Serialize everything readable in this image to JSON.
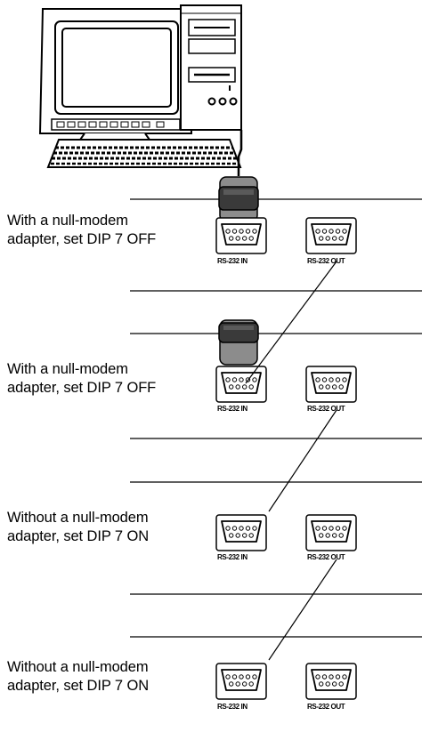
{
  "sections": [
    {
      "line1": "With a null-modem",
      "line2": "adapter, set DIP 7 OFF",
      "in_label": "RS-232 IN",
      "out_label": "RS-232 OUT",
      "null_modem_adapter": true
    },
    {
      "line1": "With a null-modem",
      "line2": "adapter, set DIP 7 OFF",
      "in_label": "RS-232 IN",
      "out_label": "RS-232 OUT",
      "null_modem_adapter": true
    },
    {
      "line1": "Without a null-modem",
      "line2": "adapter, set DIP 7 ON",
      "in_label": "RS-232 IN",
      "out_label": "RS-232 OUT",
      "null_modem_adapter": false
    },
    {
      "line1": "Without a null-modem",
      "line2": "adapter, set DIP 7 ON",
      "in_label": "RS-232 IN",
      "out_label": "RS-232 OUT",
      "null_modem_adapter": false
    }
  ],
  "colors": {
    "stroke": "#000000",
    "adapter_dark": "#3a3a3a",
    "adapter_light": "#8c8c8c"
  },
  "icons": [
    "computer-monitor-icon",
    "computer-tower-icon",
    "keyboard-icon",
    "null-modem-adapter-icon",
    "db9-port-icon"
  ]
}
